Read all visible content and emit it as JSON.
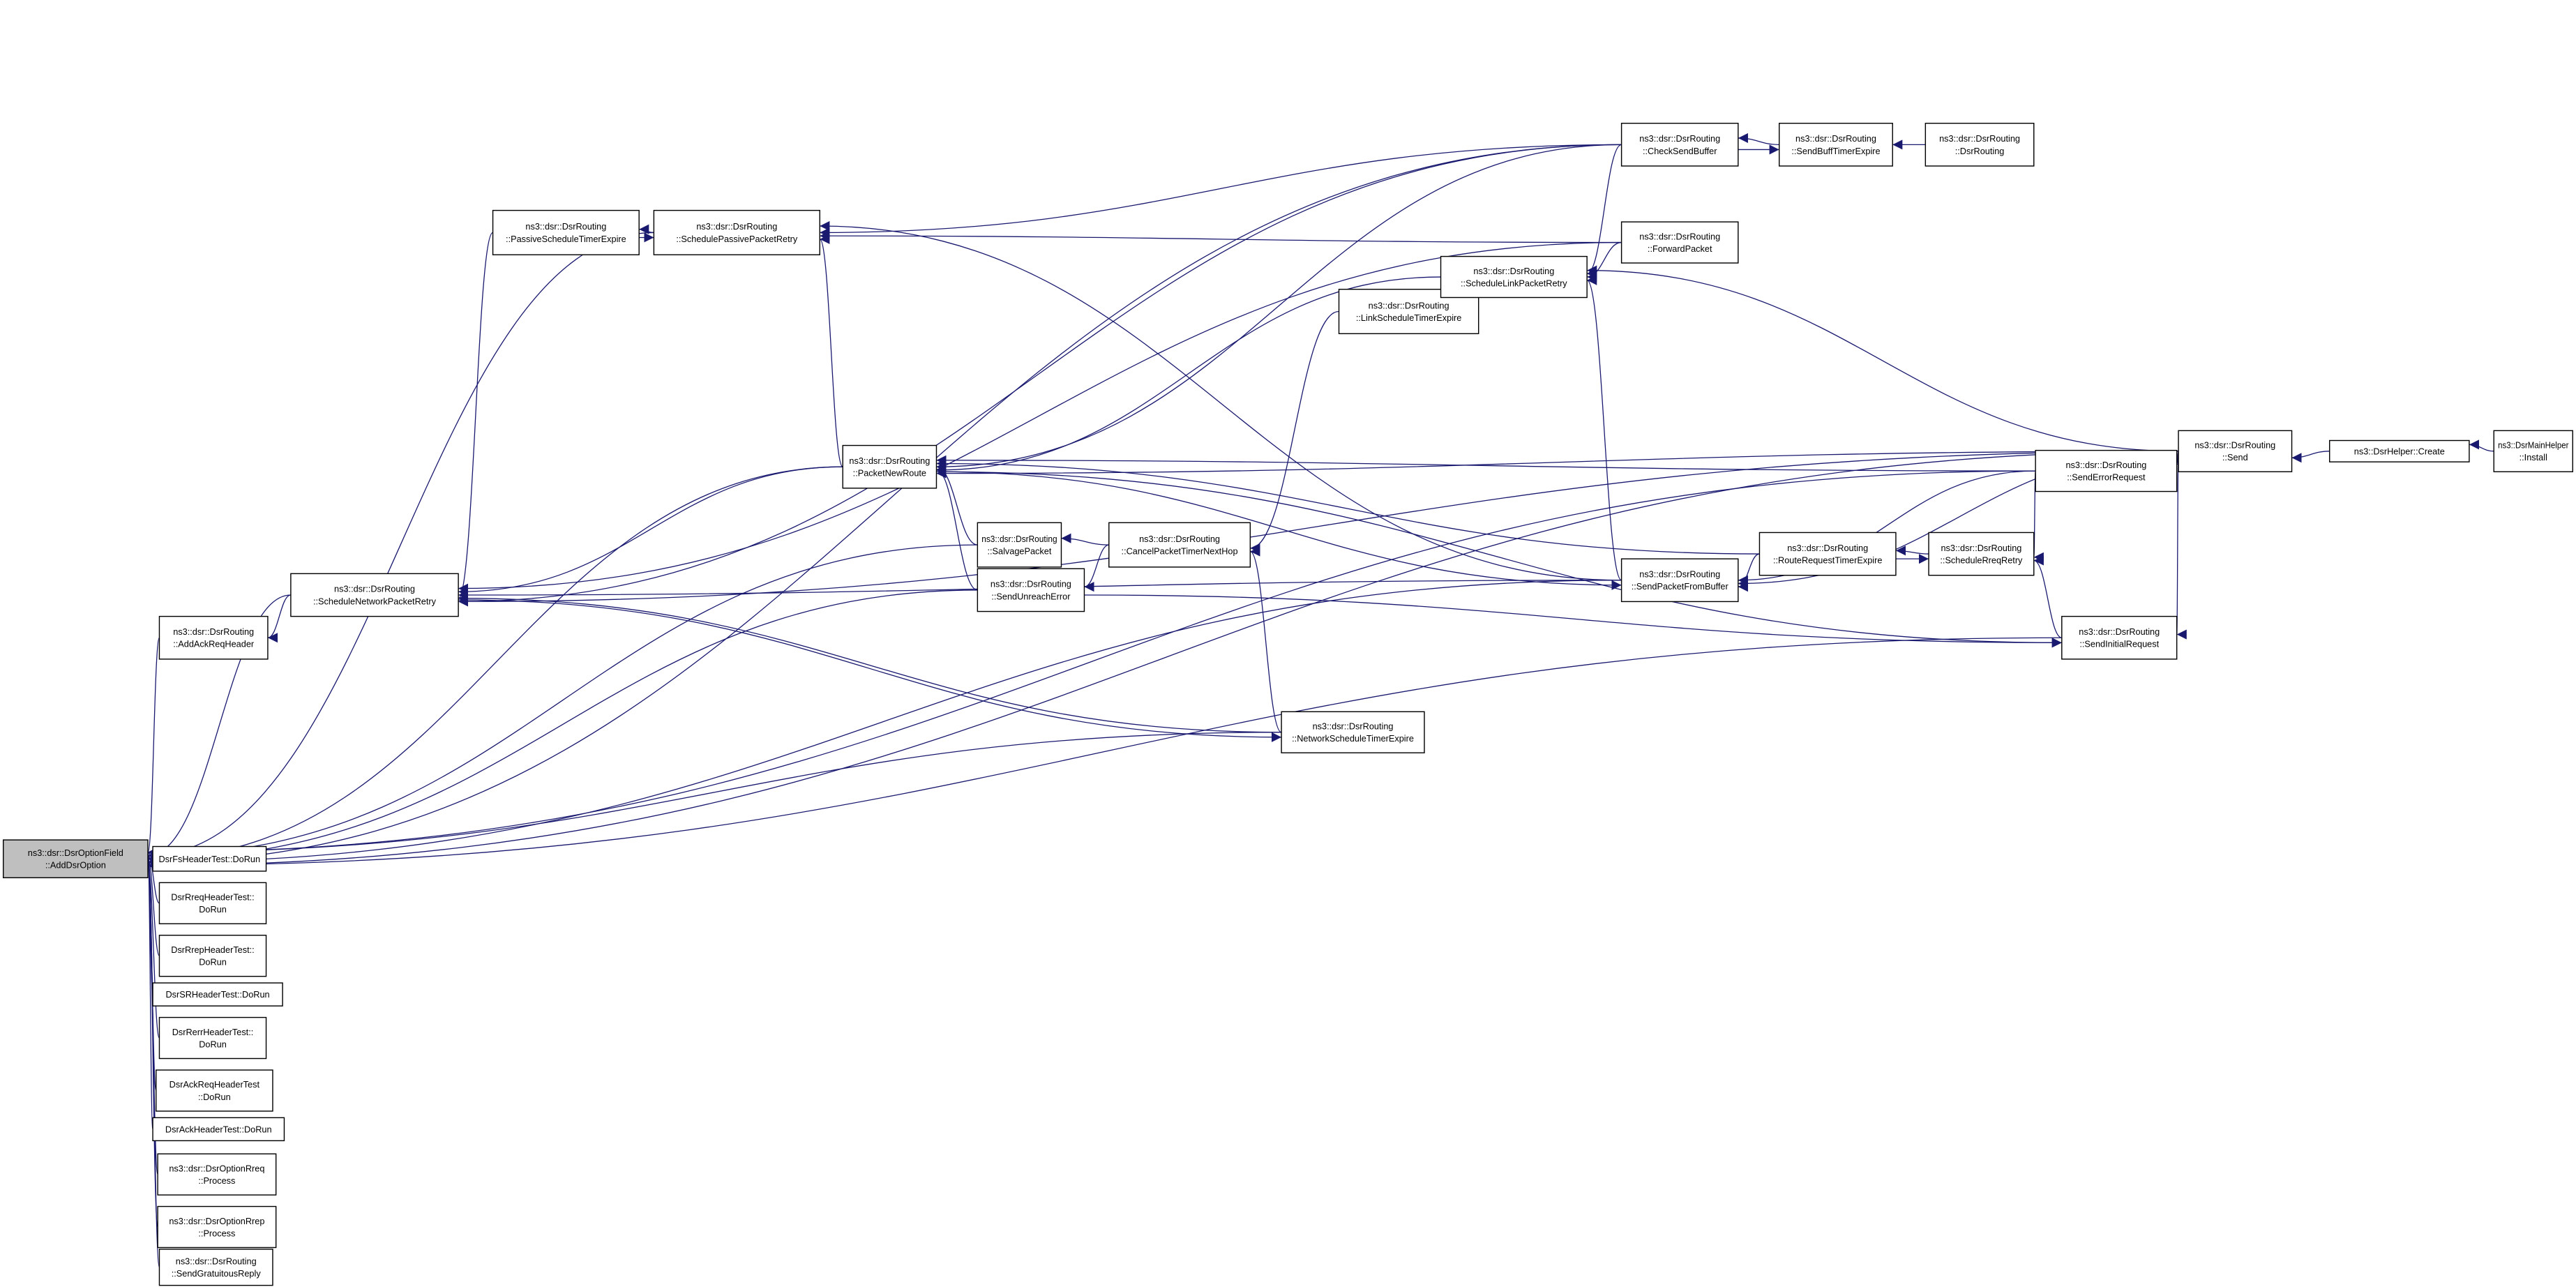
{
  "title": "ns3::dsr::DsrOptionField::AddDsrOption caller graph",
  "colors": {
    "edge": "#191970",
    "root_fill": "#bfbfbf",
    "node_fill": "#ffffff",
    "border": "#000000"
  },
  "nodes": [
    {
      "id": "root",
      "lines": [
        "ns3::dsr::DsrOptionField",
        "::AddDsrOption"
      ]
    },
    {
      "id": "fs",
      "lines": [
        "DsrFsHeaderTest::DoRun"
      ]
    },
    {
      "id": "rreqt",
      "lines": [
        "DsrRreqHeaderTest::",
        "DoRun"
      ]
    },
    {
      "id": "rrept",
      "lines": [
        "DsrRrepHeaderTest::",
        "DoRun"
      ]
    },
    {
      "id": "srt",
      "lines": [
        "DsrSRHeaderTest::DoRun"
      ]
    },
    {
      "id": "rerrt",
      "lines": [
        "DsrRerrHeaderTest::",
        "DoRun"
      ]
    },
    {
      "id": "ackreqt",
      "lines": [
        "DsrAckReqHeaderTest",
        "::DoRun"
      ]
    },
    {
      "id": "ackt",
      "lines": [
        "DsrAckHeaderTest::DoRun"
      ]
    },
    {
      "id": "optrreq",
      "lines": [
        "ns3::dsr::DsrOptionRreq",
        "::Process"
      ]
    },
    {
      "id": "optrrep",
      "lines": [
        "ns3::dsr::DsrOptionRrep",
        "::Process"
      ]
    },
    {
      "id": "gratuitous",
      "lines": [
        "ns3::dsr::DsrRouting",
        "::SendGratuitousReply"
      ]
    },
    {
      "id": "passiveexp",
      "lines": [
        "ns3::dsr::DsrRouting",
        "::PassiveScheduleTimerExpire"
      ]
    },
    {
      "id": "passiveretry",
      "lines": [
        "ns3::dsr::DsrRouting",
        "::SchedulePassivePacketRetry"
      ]
    },
    {
      "id": "checksend",
      "lines": [
        "ns3::dsr::DsrRouting",
        "::CheckSendBuffer"
      ]
    },
    {
      "id": "sendbuffexp",
      "lines": [
        "ns3::dsr::DsrRouting",
        "::SendBuffTimerExpire"
      ]
    },
    {
      "id": "ctor",
      "lines": [
        "ns3::dsr::DsrRouting",
        "::DsrRouting"
      ]
    },
    {
      "id": "forward",
      "lines": [
        "ns3::dsr::DsrRouting",
        "::ForwardPacket"
      ]
    },
    {
      "id": "linkexp",
      "lines": [
        "ns3::dsr::DsrRouting",
        "::LinkScheduleTimerExpire"
      ]
    },
    {
      "id": "linkretry",
      "lines": [
        "ns3::dsr::DsrRouting",
        "::ScheduleLinkPacketRetry"
      ]
    },
    {
      "id": "newroute",
      "lines": [
        "ns3::dsr::DsrRouting",
        "::PacketNewRoute"
      ]
    },
    {
      "id": "send",
      "lines": [
        "ns3::dsr::DsrRouting",
        "::Send"
      ]
    },
    {
      "id": "create",
      "lines": [
        "ns3::DsrHelper::Create"
      ]
    },
    {
      "id": "install",
      "lines": [
        "ns3::DsrMainHelper",
        "::Install"
      ]
    },
    {
      "id": "senderr",
      "lines": [
        "ns3::dsr::DsrRouting",
        "::SendErrorRequest"
      ]
    },
    {
      "id": "salvage",
      "lines": [
        "ns3::dsr::DsrRouting",
        "::SalvagePacket"
      ]
    },
    {
      "id": "cancel",
      "lines": [
        "ns3::dsr::DsrRouting",
        "::CancelPacketTimerNextHop"
      ]
    },
    {
      "id": "unreach",
      "lines": [
        "ns3::dsr::DsrRouting",
        "::SendUnreachError"
      ]
    },
    {
      "id": "netretry",
      "lines": [
        "ns3::dsr::DsrRouting",
        "::ScheduleNetworkPacketRetry"
      ]
    },
    {
      "id": "ackreqhdr",
      "lines": [
        "ns3::dsr::DsrRouting",
        "::AddAckReqHeader"
      ]
    },
    {
      "id": "rreqexp",
      "lines": [
        "ns3::dsr::DsrRouting",
        "::RouteRequestTimerExpire"
      ]
    },
    {
      "id": "rreqretry",
      "lines": [
        "ns3::dsr::DsrRouting",
        "::ScheduleRreqRetry"
      ]
    },
    {
      "id": "sendfrombuf",
      "lines": [
        "ns3::dsr::DsrRouting",
        "::SendPacketFromBuffer"
      ]
    },
    {
      "id": "sendinit",
      "lines": [
        "ns3::dsr::DsrRouting",
        "::SendInitialRequest"
      ]
    },
    {
      "id": "netexp",
      "lines": [
        "ns3::dsr::DsrRouting",
        "::NetworkScheduleTimerExpire"
      ]
    }
  ],
  "edges": [
    [
      "fs",
      "root"
    ],
    [
      "rreqt",
      "root"
    ],
    [
      "rrept",
      "root"
    ],
    [
      "srt",
      "root"
    ],
    [
      "rerrt",
      "root"
    ],
    [
      "ackreqt",
      "root"
    ],
    [
      "ackt",
      "root"
    ],
    [
      "optrreq",
      "root"
    ],
    [
      "optrrep",
      "root"
    ],
    [
      "gratuitous",
      "root"
    ],
    [
      "ackreqhdr",
      "root"
    ],
    [
      "netretry",
      "root"
    ],
    [
      "newroute",
      "root"
    ],
    [
      "checksend",
      "root"
    ],
    [
      "send",
      "root"
    ],
    [
      "senderr",
      "root"
    ],
    [
      "salvage",
      "root"
    ],
    [
      "unreach",
      "root"
    ],
    [
      "sendfrombuf",
      "root"
    ],
    [
      "sendinit",
      "root"
    ],
    [
      "netexp",
      "root"
    ],
    [
      "passiveretry",
      "root"
    ],
    [
      "netretry",
      "ackreqhdr"
    ],
    [
      "passiveexp",
      "netretry"
    ],
    [
      "checksend",
      "netretry"
    ],
    [
      "forward",
      "netretry"
    ],
    [
      "newroute",
      "netretry"
    ],
    [
      "sendfrombuf",
      "netretry"
    ],
    [
      "netexp",
      "netretry"
    ],
    [
      "send",
      "netretry"
    ],
    [
      "netretry",
      "netexp"
    ],
    [
      "passiveexp",
      "passiveretry"
    ],
    [
      "checksend",
      "passiveretry"
    ],
    [
      "forward",
      "passiveretry"
    ],
    [
      "newroute",
      "passiveretry"
    ],
    [
      "sendfrombuf",
      "passiveretry"
    ],
    [
      "passiveretry",
      "passiveexp"
    ],
    [
      "checksend",
      "newroute"
    ],
    [
      "linkretry",
      "newroute"
    ],
    [
      "send",
      "newroute"
    ],
    [
      "senderr",
      "newroute"
    ],
    [
      "rreqexp",
      "newroute"
    ],
    [
      "salvage",
      "newroute"
    ],
    [
      "unreach",
      "newroute"
    ],
    [
      "linkexp",
      "linkretry"
    ],
    [
      "send",
      "linkretry"
    ],
    [
      "checksend",
      "linkretry"
    ],
    [
      "forward",
      "linkretry"
    ],
    [
      "sendfrombuf",
      "linkretry"
    ],
    [
      "linkretry",
      "linkexp"
    ],
    [
      "sendbuffexp",
      "checksend"
    ],
    [
      "checksend",
      "sendbuffexp"
    ],
    [
      "ctor",
      "sendbuffexp"
    ],
    [
      "linkexp",
      "cancel"
    ],
    [
      "netexp",
      "cancel"
    ],
    [
      "cancel",
      "salvage"
    ],
    [
      "cancel",
      "unreach"
    ],
    [
      "senderr",
      "sendfrombuf"
    ],
    [
      "send",
      "sendfrombuf"
    ],
    [
      "rreqexp",
      "sendfrombuf"
    ],
    [
      "newroute",
      "sendfrombuf"
    ],
    [
      "rreqretry",
      "rreqexp"
    ],
    [
      "rreqexp",
      "rreqretry"
    ],
    [
      "senderr",
      "rreqretry"
    ],
    [
      "sendinit",
      "rreqretry"
    ],
    [
      "send",
      "senderr"
    ],
    [
      "send",
      "sendinit"
    ],
    [
      "unreach",
      "sendinit"
    ],
    [
      "newroute",
      "sendinit"
    ],
    [
      "create",
      "send"
    ],
    [
      "install",
      "create"
    ]
  ]
}
